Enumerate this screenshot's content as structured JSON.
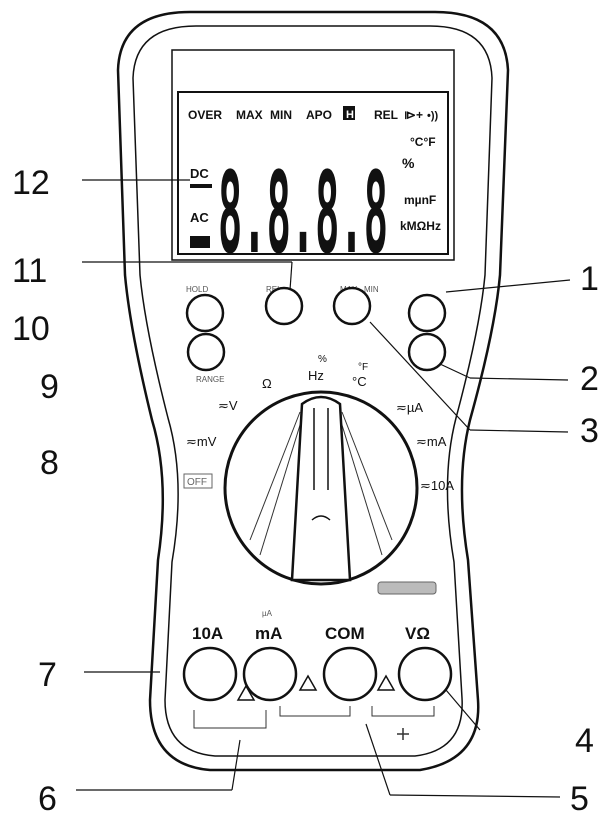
{
  "lcd": {
    "top_row": [
      "OVER",
      "MAX",
      "MIN",
      "APO",
      "H",
      "REL",
      "⧐+",
      "•))"
    ],
    "digits": "8.8.8.8",
    "left_dc": "DC",
    "left_ac": "AC",
    "right_pct": "%",
    "right_temp": "°C°F",
    "right_units1": "mµnF",
    "right_units2": "kMΩHz"
  },
  "buttons": {
    "hold": "HOLD",
    "rel": "REL",
    "max": "MAX",
    "min": "MIN",
    "range": "RANGE"
  },
  "dial": {
    "ohm": "Ω",
    "hz": "Hz",
    "pct": "%",
    "temp_c": "°C",
    "temp_f": "°F",
    "v": "≂V",
    "mv": "≂mV",
    "ua": "≂µA",
    "ma": "≂mA",
    "a10": "≂10A",
    "off": "OFF"
  },
  "jacks": {
    "a10": "10A",
    "ma": "mA",
    "ua": "µA",
    "com": "COM",
    "v": "VΩ"
  },
  "callouts": [
    "1",
    "2",
    "3",
    "4",
    "5",
    "6",
    "7",
    "8",
    "9",
    "10",
    "11",
    "12"
  ]
}
